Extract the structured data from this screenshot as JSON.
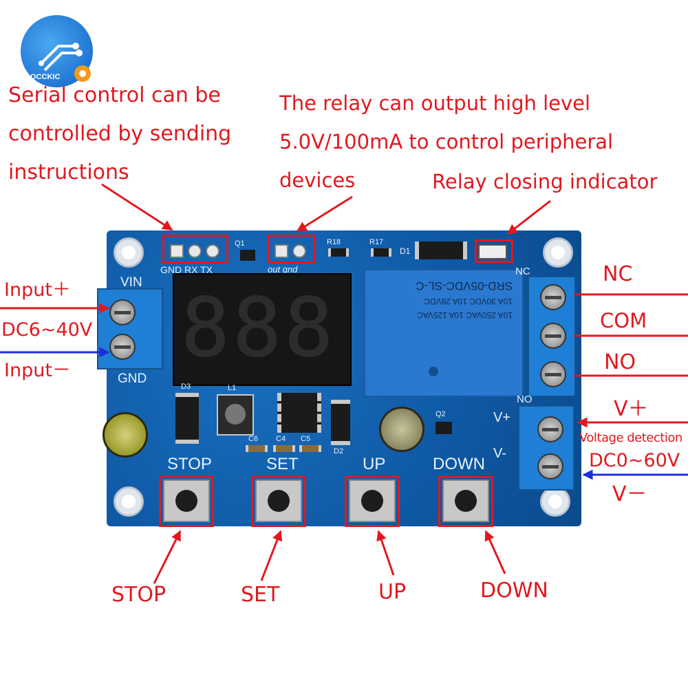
{
  "logo": {
    "text": "OCCKIC",
    "icon": "circuit-gear-logo"
  },
  "annotations": {
    "serial": [
      "Serial control can be",
      "controlled by sending",
      "instructions"
    ],
    "relay_output": [
      "The relay can output high level",
      "5.0V/100mA to control peripheral",
      "devices"
    ],
    "indicator": "Relay closing indicator",
    "input_plus": "Input＋",
    "input_range": "DC6~40V",
    "input_minus": "Input－",
    "nc": "NC",
    "com": "COM",
    "no": "NO",
    "v_plus": "V＋",
    "voltage_detection": "Voltage detection",
    "detect_range": "DC0~60V",
    "v_minus": "V－",
    "stop": "STOP",
    "set": "SET",
    "up": "UP",
    "down": "DOWN"
  },
  "board": {
    "serial_header": "GND RX TX",
    "output_header": "out gnd",
    "vin": "VIN",
    "gnd": "GND",
    "nc": "NC",
    "no": "NO",
    "v_plus": "V+",
    "v_minus": "V-",
    "q1": "Q1",
    "q2": "Q2",
    "r18": "R18",
    "r17": "R17",
    "d1": "D1",
    "d2": "D2",
    "d3": "D3",
    "l1": "L1",
    "c4": "C4",
    "c5": "C5",
    "c6": "C6",
    "display": "888",
    "relay_lines": [
      "SRD-05VDC-SL-C",
      "10A 30VDC  10A 28VDC",
      "10A 250VAC  10A 125VAC"
    ],
    "button_labels": [
      "STOP",
      "SET",
      "UP",
      "DOWN"
    ]
  },
  "colors": {
    "annotation": "#e0191f",
    "board": "#0f5aa6",
    "negative_arrow": "#1d2fd8",
    "terminal": "#1f7fd6"
  }
}
